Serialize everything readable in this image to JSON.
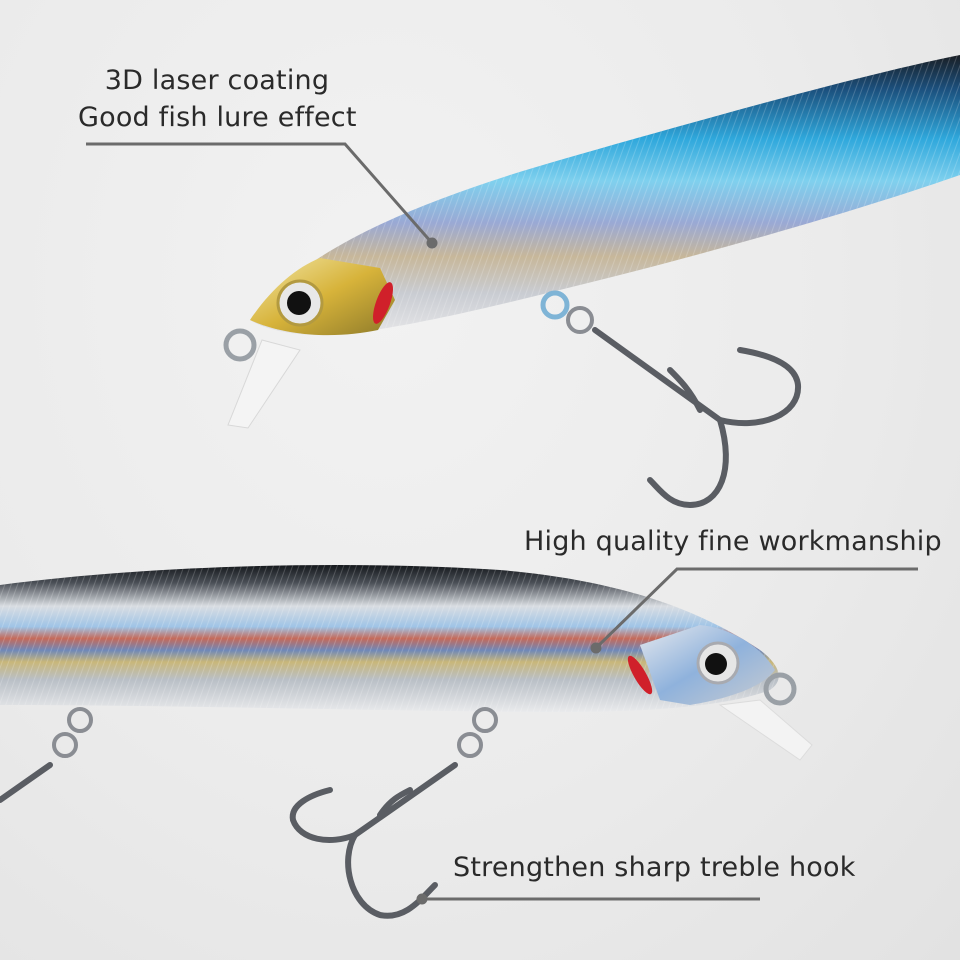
{
  "image": {
    "description": "Product photo of two minnow fishing lures with annotation callouts",
    "background_color": "#ececec"
  },
  "annotations": [
    {
      "lines": [
        "3D laser coating",
        "Good fish lure effect"
      ],
      "target": "upper-lure-body"
    },
    {
      "lines": [
        "High quality fine workmanship"
      ],
      "target": "lower-lure-head"
    },
    {
      "lines": [
        "Strengthen sharp treble hook"
      ],
      "target": "lower-treble-hook"
    }
  ],
  "lures": [
    {
      "name": "upper-lure",
      "color_scheme": "blue laser",
      "accent": "#2fa8dc",
      "head": "gold",
      "gill_mark": "#d0202a"
    },
    {
      "name": "lower-lure",
      "color_scheme": "silver holographic",
      "accent": "#b9c1ca",
      "head": "silver",
      "gill_mark": "#d0202a"
    }
  ],
  "colors": {
    "text": "#2a2a2a",
    "leader_line": "#6b6b6b",
    "blue_body": "#2fa8dc",
    "silver_body": "#c8cdd3",
    "hook_metal": "#5a5d63"
  }
}
